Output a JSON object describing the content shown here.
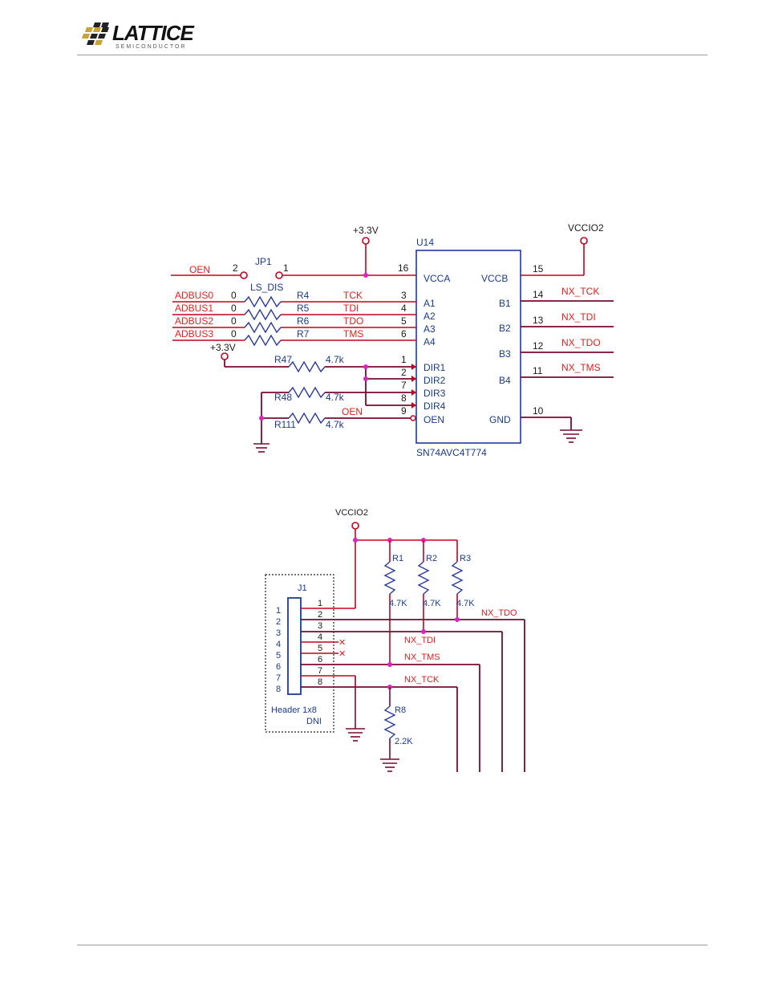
{
  "header": {
    "logo_word": "LATTICE",
    "logo_sub": "SEMICONDUCTOR"
  },
  "top": {
    "rail_33v": "+3.3V",
    "rail_vccio2": "VCCIO2",
    "ic_ref": "U14",
    "ic_part": "SN74AVC4T774",
    "jumper_ref": "JP1",
    "jumper_name": "LS_DIS",
    "oen_net": "OEN",
    "jp_pin2": "2",
    "jp_pin1": "1",
    "left_pins": [
      {
        "num": "16",
        "name": "VCCA"
      },
      {
        "num": "3",
        "name": "A1"
      },
      {
        "num": "4",
        "name": "A2"
      },
      {
        "num": "5",
        "name": "A3"
      },
      {
        "num": "6",
        "name": "A4"
      },
      {
        "num": "1",
        "name": "DIR1"
      },
      {
        "num": "2",
        "name": "DIR2"
      },
      {
        "num": "7",
        "name": "DIR3"
      },
      {
        "num": "8",
        "name": "DIR4"
      },
      {
        "num": "9",
        "name": "OEN"
      }
    ],
    "right_pins": [
      {
        "num": "15",
        "name": "VCCB",
        "net": ""
      },
      {
        "num": "14",
        "name": "B1",
        "net": "NX_TCK"
      },
      {
        "num": "13",
        "name": "B2",
        "net": "NX_TDI"
      },
      {
        "num": "12",
        "name": "B3",
        "net": "NX_TDO"
      },
      {
        "num": "11",
        "name": "B4",
        "net": "NX_TMS"
      },
      {
        "num": "10",
        "name": "GND",
        "net": ""
      }
    ],
    "adbus": [
      {
        "net": "ADBUS0",
        "val": "0",
        "ref": "R4",
        "sig": "TCK"
      },
      {
        "net": "ADBUS1",
        "val": "0",
        "ref": "R5",
        "sig": "TDI"
      },
      {
        "net": "ADBUS2",
        "val": "0",
        "ref": "R6",
        "sig": "TDO"
      },
      {
        "net": "ADBUS3",
        "val": "0",
        "ref": "R7",
        "sig": "TMS"
      }
    ],
    "pullups": [
      {
        "ref": "R47",
        "val": "4.7k"
      },
      {
        "ref": "R48",
        "val": "4.7k"
      },
      {
        "ref": "R111",
        "val": "4.7k"
      }
    ],
    "oen_label": "OEN"
  },
  "bottom": {
    "rail_vccio2": "VCCIO2",
    "header_ref": "J1",
    "header_name": "Header 1x8",
    "header_dni": "DNI",
    "inner_pins": [
      "1",
      "2",
      "3",
      "4",
      "5",
      "6",
      "7",
      "8"
    ],
    "outer_pins": [
      "1",
      "2",
      "3",
      "4",
      "5",
      "6",
      "7",
      "8"
    ],
    "resistors": [
      {
        "ref": "R1",
        "val": "4.7K"
      },
      {
        "ref": "R2",
        "val": "4.7K"
      },
      {
        "ref": "R3",
        "val": "4.7K"
      },
      {
        "ref": "R8",
        "val": "2.2K"
      }
    ],
    "nets": [
      "NX_TDO",
      "NX_TDI",
      "NX_TMS",
      "NX_TCK"
    ]
  }
}
